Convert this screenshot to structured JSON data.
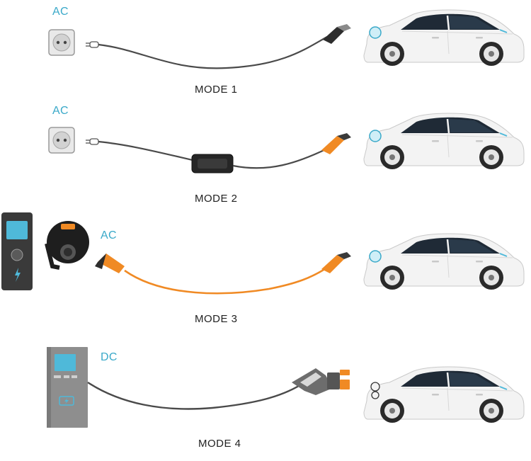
{
  "modes": [
    {
      "supply": "AC",
      "caption": "MODE 1"
    },
    {
      "supply": "AC",
      "caption": "MODE 2"
    },
    {
      "supply": "AC",
      "caption": "MODE 3"
    },
    {
      "supply": "DC",
      "caption": "MODE 4"
    }
  ],
  "colors": {
    "label_blue": "#3aa9c9",
    "cable_dark": "#4a4a4a",
    "cable_orange": "#f08a24",
    "car_body": "#f3f3f3",
    "window": "#1f2a36",
    "station_grey": "#8e8e8e"
  }
}
